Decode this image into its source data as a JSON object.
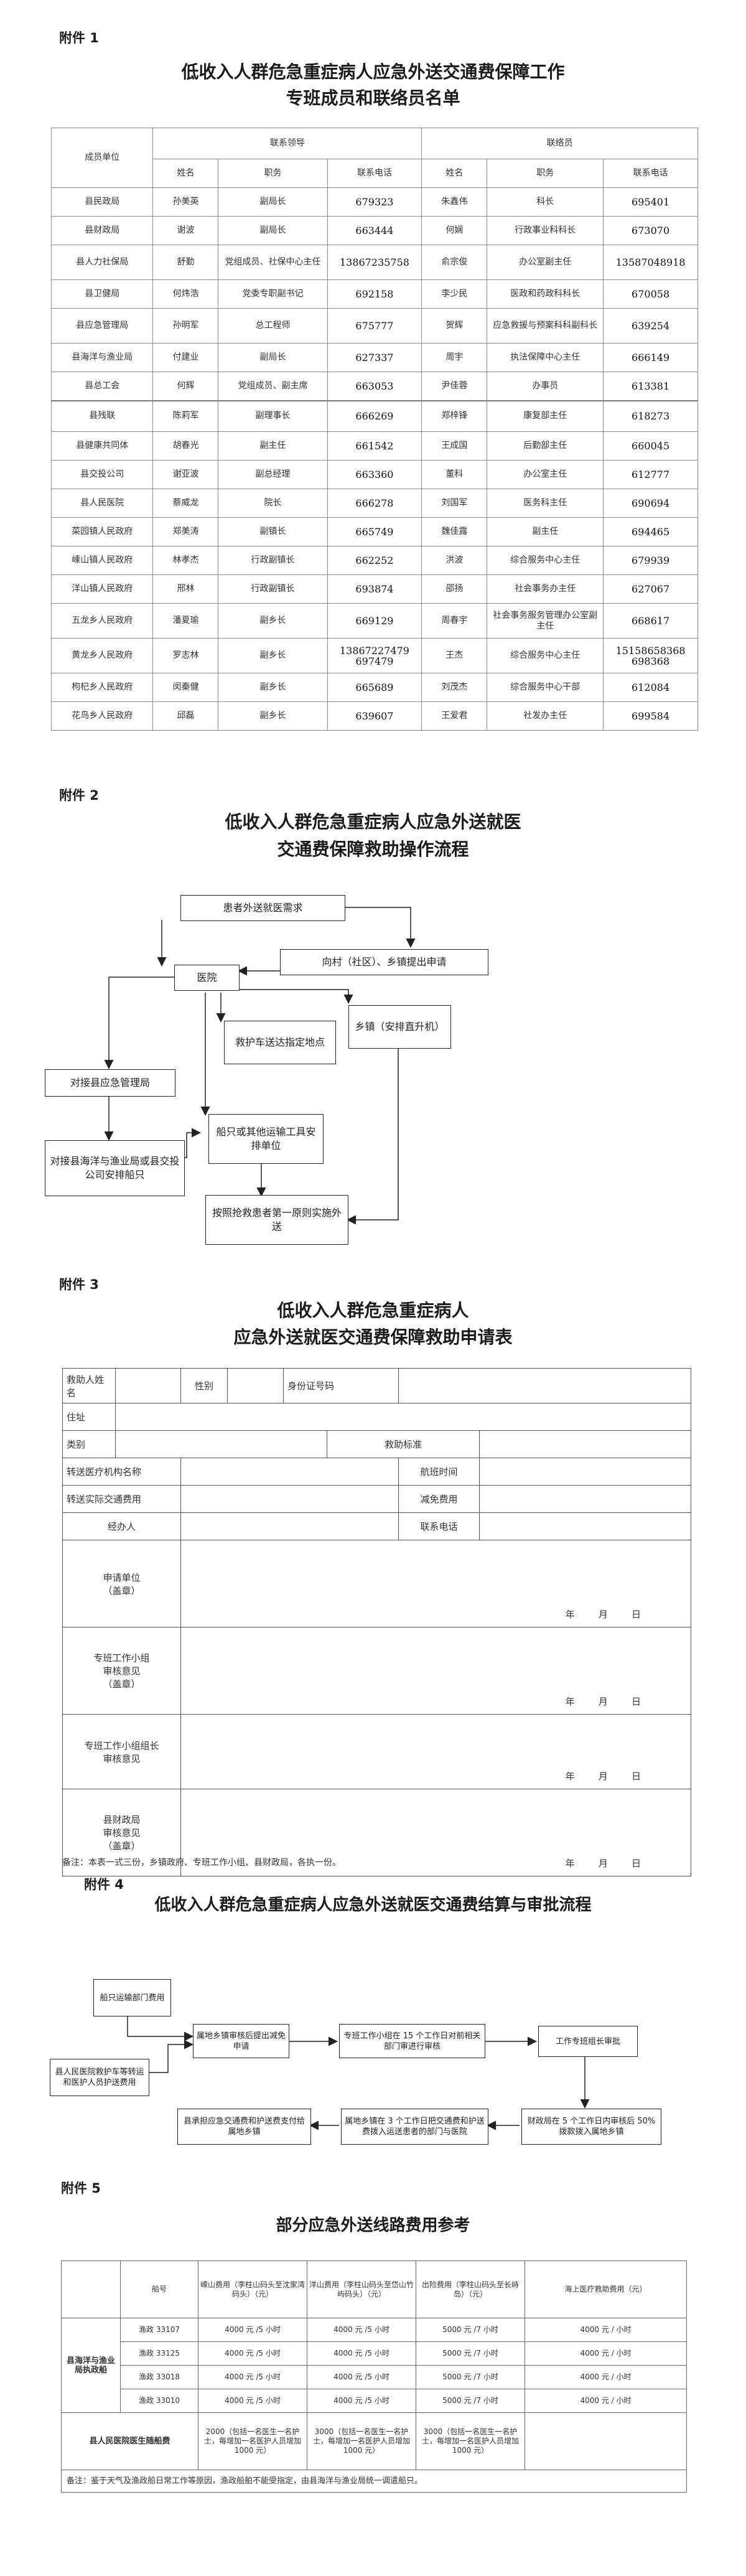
{
  "att1": {
    "label": "附件 1",
    "title_line1": "低收入人群危急重症病人应急外送交通费保障工作",
    "title_line2": "专班成员和联络员名单",
    "headers": {
      "unit": "成员单位",
      "leader_group": "联系领导",
      "liaison_group": "联络员",
      "name": "姓名",
      "duty": "职务",
      "phone": "联系电话"
    },
    "rows": [
      [
        "县民政局",
        "孙美英",
        "副局长",
        "679323",
        "朱鑫伟",
        "科长",
        "695401"
      ],
      [
        "县财政局",
        "谢波",
        "副局长",
        "663444",
        "何娴",
        "行政事业科科长",
        "673070"
      ],
      [
        "县人力社保局",
        "舒勤",
        "党组成员、社保中心主任",
        "13867235758",
        "俞宗俊",
        "办公室副主任",
        "13587048918"
      ],
      [
        "县卫健局",
        "何炜浩",
        "党委专职副书记",
        "692158",
        "李少民",
        "医政和药政科科长",
        "670058"
      ],
      [
        "县应急管理局",
        "孙明军",
        "总工程师",
        "675777",
        "贺辉",
        "应急救援与预案科科副科长",
        "639254"
      ],
      [
        "县海洋与渔业局",
        "付建业",
        "副局长",
        "627337",
        "周宇",
        "执法保障中心主任",
        "666149"
      ],
      [
        "县总工会",
        "何辉",
        "党组成员、副主席",
        "663053",
        "尹佳蓉",
        "办事员",
        "613381"
      ],
      [
        "县残联",
        "陈莉军",
        "副理事长",
        "666269",
        "郑梓锋",
        "康复部主任",
        "618273"
      ],
      [
        "县健康共同体",
        "胡春光",
        "副主任",
        "661542",
        "王成国",
        "后勤部主任",
        "660045"
      ],
      [
        "县交投公司",
        "谢亚波",
        "副总经理",
        "663360",
        "董科",
        "办公室主任",
        "612777"
      ],
      [
        "县人民医院",
        "蔡威龙",
        "院长",
        "666278",
        "刘国军",
        "医务科主任",
        "690694"
      ],
      [
        "菜园镇人民政府",
        "郑美涛",
        "副镇长",
        "665749",
        "魏佳露",
        "副主任",
        "694465"
      ],
      [
        "嵊山镇人民政府",
        "林孝杰",
        "行政副镇长",
        "662252",
        "洪波",
        "综合服务中心主任",
        "679939"
      ],
      [
        "洋山镇人民政府",
        "邢林",
        "行政副镇长",
        "693874",
        "邵扬",
        "社会事务办主任",
        "627067"
      ],
      [
        "五龙乡人民政府",
        "潘夏瑜",
        "副乡长",
        "669129",
        "周春宇",
        "社会事务服务管理办公室副主任",
        "668617"
      ],
      [
        "黄龙乡人民政府",
        "罗志林",
        "副乡长",
        "13867227479 697479",
        "王杰",
        "综合服务中心主任",
        "15158658368 698368"
      ],
      [
        "枸杞乡人民政府",
        "闵秦健",
        "副乡长",
        "665689",
        "刘茂杰",
        "综合服务中心干部",
        "612084"
      ],
      [
        "花鸟乡人民政府",
        "邱磊",
        "副乡长",
        "639607",
        "王爱君",
        "社发办主任",
        "699584"
      ]
    ]
  },
  "att2": {
    "label": "附件 2",
    "title_line1": "低收入人群危急重症病人应急外送就医",
    "title_line2": "交通费保障救助操作流程",
    "nodes": {
      "patient": "患者外送就医需求",
      "village": "向村（社区）、乡镇提出申请",
      "hospital": "医院",
      "town": "乡镇（安排直升机）",
      "ambulance": "救护车送达指定地点",
      "emergency": "对接县应急管理局",
      "fishery": "对接县海洋与渔业局或县交投公司安排船只",
      "ship": "船只或其他运输工具安排单位",
      "principle": "按照抢救患者第一原则实施外送"
    }
  },
  "att3": {
    "label": "附件 3",
    "title_line1": "低收入人群危急重症病人",
    "title_line2": "应急外送就医交通费保障救助申请表",
    "fields": {
      "patient_name": "救助人姓名",
      "gender": "性别",
      "id_no": "身份证号码",
      "address": "住址",
      "category": "类别",
      "standard": "救助标准",
      "transfer_org": "转送医疗机构名称",
      "depart_time": "航班时间",
      "actual_cost": "转送实际交通费用",
      "relief_cost": "减免费用",
      "handler": "经办人",
      "contact": "联系电话",
      "apply_unit": "申请单位\n（盖章）",
      "special_review": "专班工作小组\n审核意见\n（盖章）",
      "leader_review": "专班工作小组组长\n审核意见",
      "finance_review": "县财政局\n审核意见\n（盖章）",
      "date": "年        月        日"
    },
    "note": "备注：本表一式三份，乡镇政府、专班工作小组、县财政局，各执一份。"
  },
  "att4": {
    "label": "附件 4",
    "title": "低收入人群危急重症病人应急外送就医交通费结算与审批流程",
    "nodes": {
      "ship_dept": "船只运输部门费用",
      "apply": "属地乡镇审核后提出减免申请",
      "special": "专班工作小组在 15 个工作日对前相关部门审进行审核",
      "leader": "工作专班组长审批",
      "hospital_fee": "县人民医院救护车等转运和医护人员护送费用",
      "pay_units": "县承担应急交通费和护送费支付给属地乡镇",
      "town_pay": "属地乡镇在 3 个工作日把交通费和护送费拨入运送患者的部门与医院",
      "finance": "财政局在 5 个工作日内审核后 50%拨款拨入属地乡镇"
    }
  },
  "att5": {
    "label": "附件 5",
    "title": "部分应急外送线路费用参考",
    "headers": [
      "船号",
      "嵊山费用（李柱山码头至沈家湾码头）（元）",
      "洋山费用（李柱山码头至岱山竹屿码头）（元）",
      "出险费用（李柱山码头至长峙岛）（元）",
      "海上医疗救助费用（元）"
    ],
    "group1": "县海洋与渔业局执政船",
    "group2": "县人民医院医生随船费",
    "rows": [
      [
        "渔政 33107",
        "4000 元 /5 小时",
        "4000 元 /5 小时",
        "5000 元 /7 小时",
        "4000 元 / 小时"
      ],
      [
        "渔政 33125",
        "4000 元 /5 小时",
        "4000 元 /5 小时",
        "5000 元 /7 小时",
        "4000 元 / 小时"
      ],
      [
        "渔政 33018",
        "4000 元 /5 小时",
        "4000 元 /5 小时",
        "5000 元 /7 小时",
        "4000 元 / 小时"
      ],
      [
        "渔政 33010",
        "4000 元 /5 小时",
        "4000 元 /5 小时",
        "5000 元 /7 小时",
        "4000 元 / 小时"
      ]
    ],
    "doctor_row": [
      "2000（包括一名医生一名护士，每增加一名医护人员增加 1000 元）",
      "3000（包括一名医生一名护士，每增加一名医护人员增加 1000 元）",
      "3000（包括一名医生一名护士，每增加一名医护人员增加 1000 元）"
    ],
    "note": "备注：鉴于天气及渔政船日常工作等原因，渔政船舶不能受指定，由县海洋与渔业局统一调遣船只。"
  }
}
